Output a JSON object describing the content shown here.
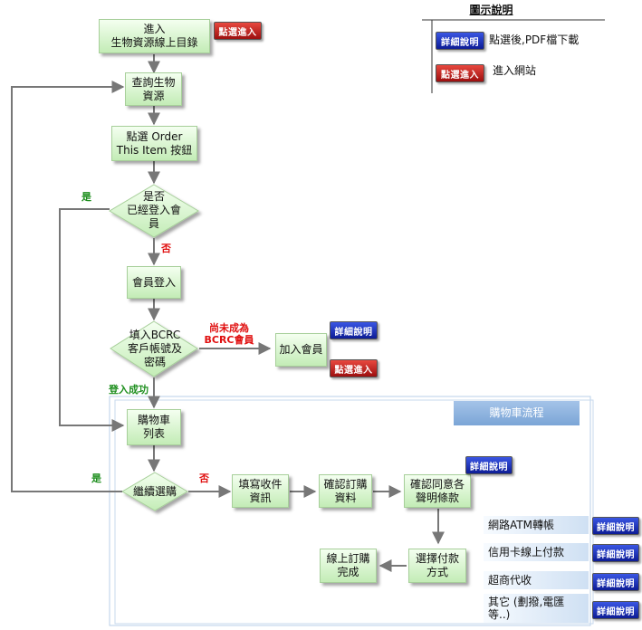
{
  "legend": {
    "title": "圖示說明",
    "detail_button": "詳細說明",
    "detail_desc": "點選後,PDF檔下載",
    "enter_button": "點選進入",
    "enter_desc": "進入網站"
  },
  "nodes": {
    "enter_catalog": "進入\n生物資源線上目錄",
    "query": "查詢生物\n資源",
    "order_button": "點選 Order\nThis Item 按鈕",
    "is_member": "是否\n已經登入會\n員",
    "login": "會員登入",
    "fill_account": "填入BCRC\n客戶帳號及\n密碼",
    "join_member": "加入會員",
    "cart_list": "購物車\n列表",
    "continue": "繼續選購",
    "fill_receiver": "填寫收件\n資訊",
    "confirm_order": "確認訂購\n資料",
    "confirm_terms": "確認同意各\n聲明條款",
    "choose_payment": "選擇付款\n方式",
    "order_done": "線上訂購\n完成"
  },
  "edge_labels": {
    "yes_member": "是",
    "no_member": "否",
    "not_member": "尚未成為\nBCRC會員",
    "login_success": "登入成功",
    "yes_continue": "是",
    "no_continue": "否"
  },
  "buttons": {
    "enter_catalog": "點選進入",
    "join_detail": "詳細說明",
    "join_enter": "點選進入",
    "terms_detail": "詳細說明"
  },
  "cart_section": {
    "title": "購物車流程"
  },
  "payments": [
    {
      "label": "網路ATM轉帳",
      "button": "詳細說明"
    },
    {
      "label": "信用卡線上付款",
      "button": "詳細說明"
    },
    {
      "label": "超商代收",
      "button": "詳細說明"
    },
    {
      "label": "其它 (劃撥,電匯\n等..)",
      "button": "詳細說明"
    }
  ],
  "colors": {
    "node_fill": "#c3ecb6",
    "arrow": "#808080",
    "enter_button": "#c41e1e",
    "detail_button": "#1a2db8",
    "section_header": "#87aedc"
  }
}
